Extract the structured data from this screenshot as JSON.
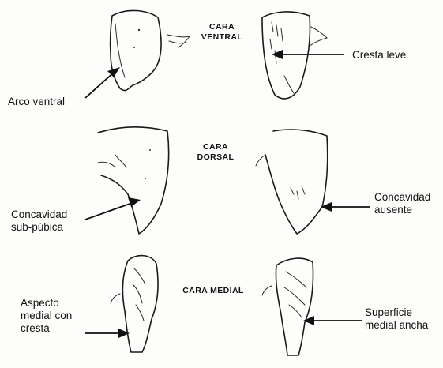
{
  "sections": {
    "ventral": {
      "header_line1": "CARA",
      "header_line2": "VENTRAL"
    },
    "dorsal": {
      "header_line1": "CARA",
      "header_line2": "DORSAL"
    },
    "medial": {
      "header": "CARA MEDIAL"
    }
  },
  "annotations": {
    "arco_ventral": "Arco ventral",
    "cresta_leve": "Cresta leve",
    "concavidad_sub_line1": "Concavidad",
    "concavidad_sub_line2": "sub-púbica",
    "concavidad_aus_line1": "Concavidad",
    "concavidad_aus_line2": "ausente",
    "aspecto_line1": "Aspecto",
    "aspecto_line2": "medial con",
    "aspecto_line3": "cresta",
    "superficie_line1": "Superficie",
    "superficie_line2": "medial ancha"
  }
}
